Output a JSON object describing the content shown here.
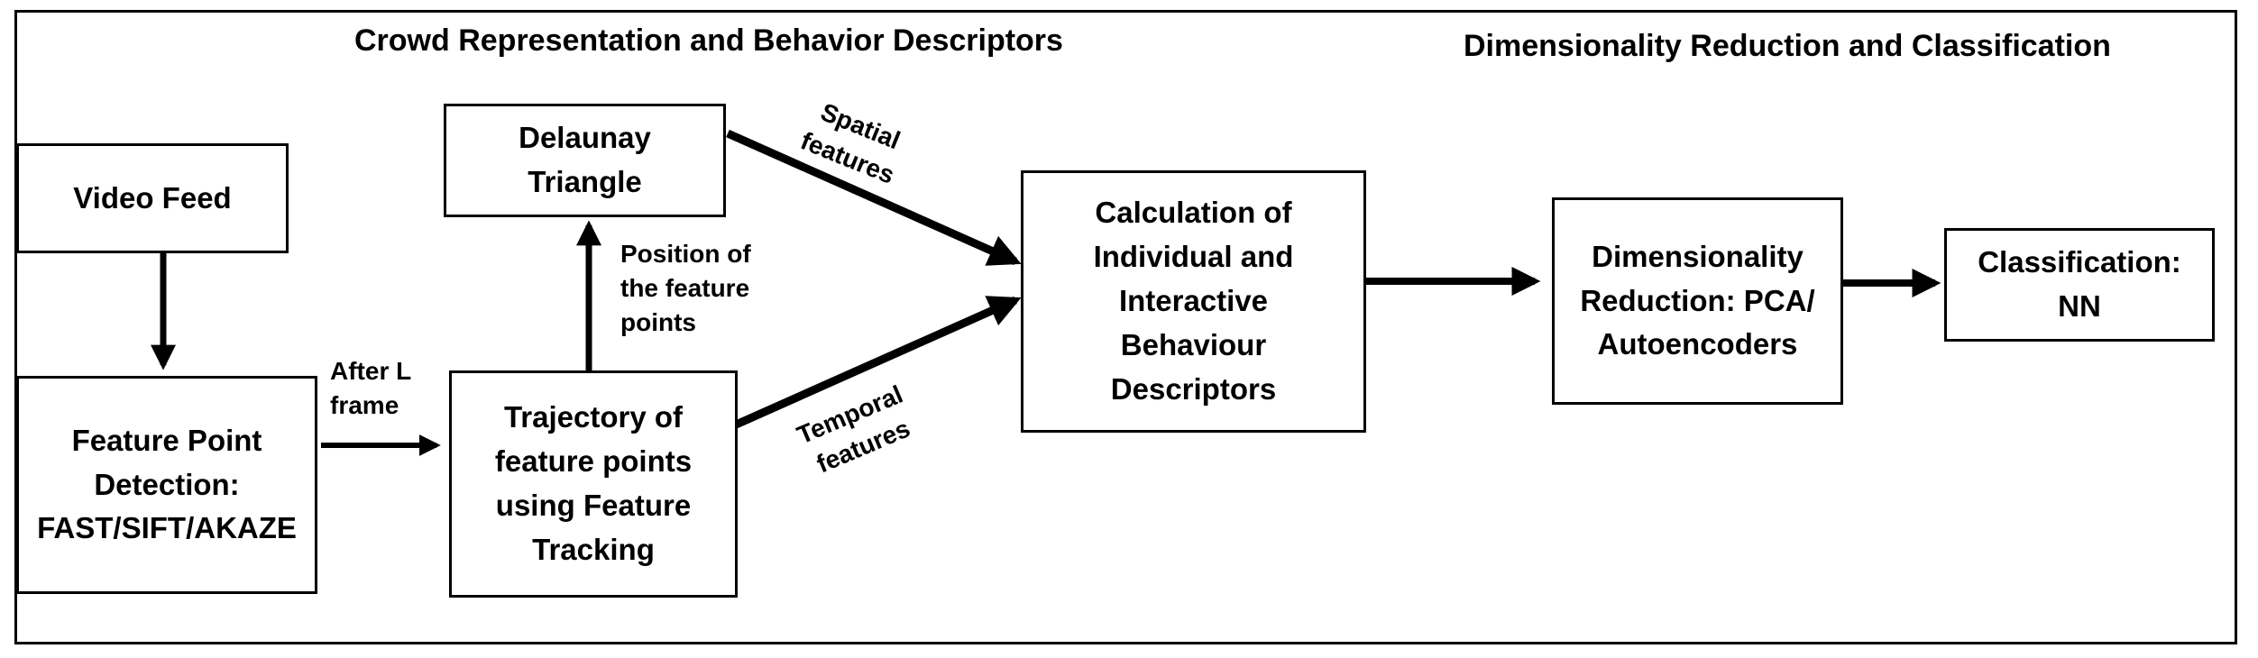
{
  "headings": {
    "left": "Crowd Representation and Behavior Descriptors",
    "right": "Dimensionality Reduction and Classification"
  },
  "boxes": {
    "video_feed": "Video Feed",
    "feature_point_detection": "Feature Point\nDetection:\nFAST/SIFT/AKAZE",
    "delaunay_triangle": "Delaunay\nTriangle",
    "trajectory": "Trajectory of\nfeature points\nusing Feature\nTracking",
    "calculation": "Calculation of\nIndividual and\nInteractive\nBehaviour\nDescriptors",
    "dimensionality_reduction": "Dimensionality\nReduction: PCA/\nAutoencoders",
    "classification": "Classification:\nNN"
  },
  "edge_labels": {
    "after_l_frame": "After L\nframe",
    "position": "Position of\nthe feature\npoints",
    "spatial": "Spatial\nfeatures",
    "temporal": "Temporal\nfeatures"
  }
}
